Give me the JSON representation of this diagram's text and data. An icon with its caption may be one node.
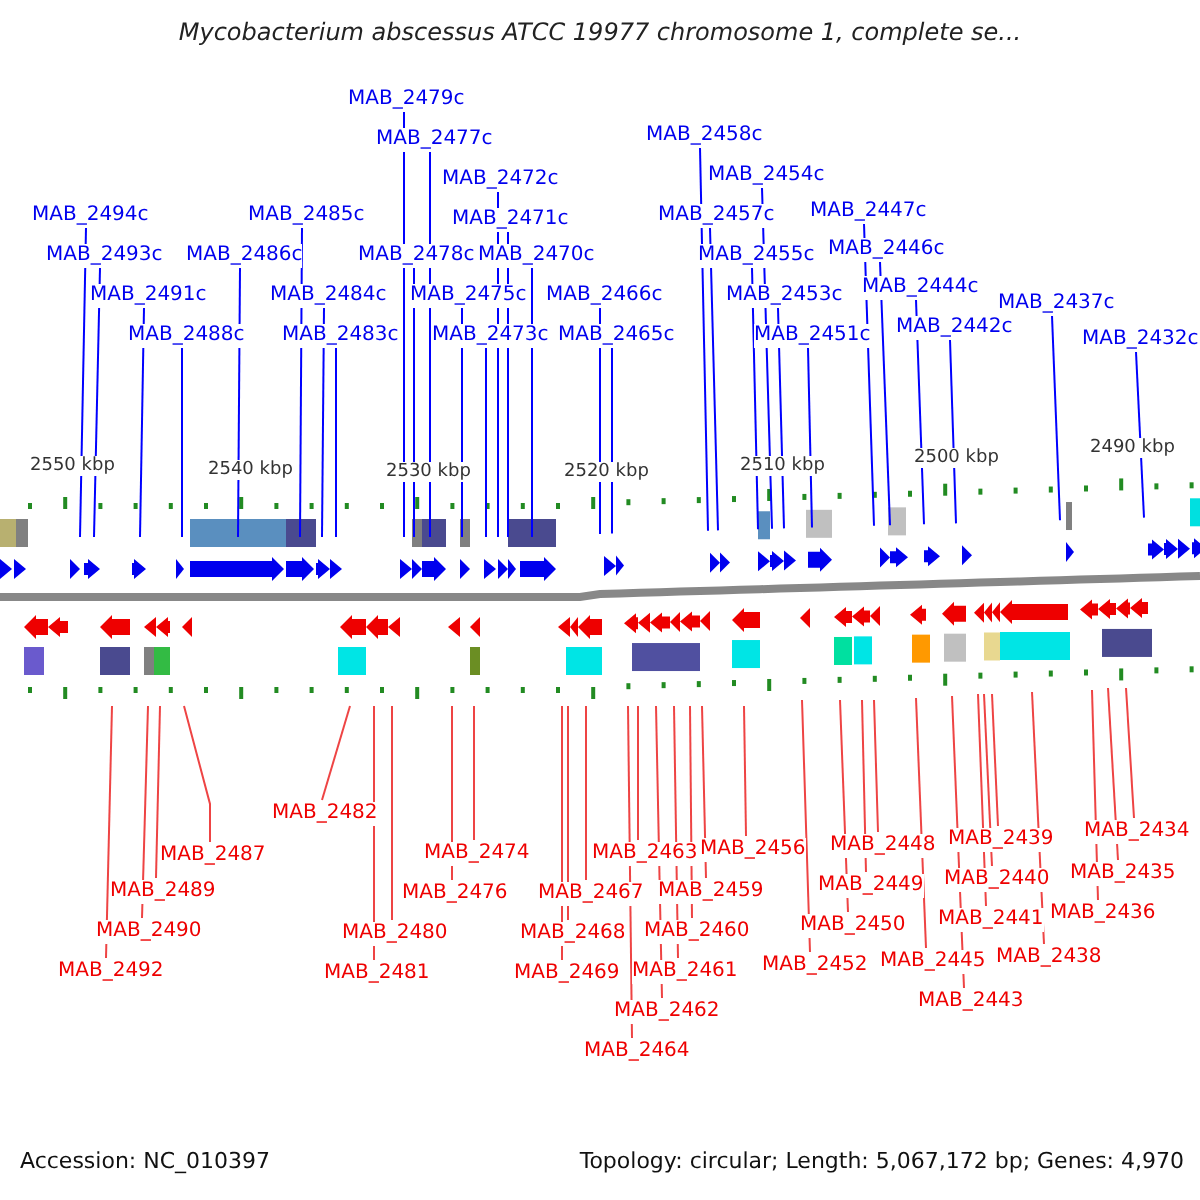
{
  "diagram": {
    "title": "Mycobacterium abscessus ATCC 19977 chromosome 1, complete se...",
    "nodes": [
      {
        "text": [
          "MAB_2494c"
        ]
      },
      {
        "text": [
          "MAB_2493c"
        ]
      },
      {
        "text": [
          "MAB_2491c"
        ]
      },
      {
        "text": [
          "MAB_2488c"
        ]
      },
      {
        "text": [
          "MAB_2486c"
        ]
      },
      {
        "text": [
          "MAB_2485c"
        ]
      },
      {
        "text": [
          "MAB_2484c"
        ]
      },
      {
        "text": [
          "MAB_2483c"
        ]
      },
      {
        "text": [
          "MAB_2479c"
        ]
      },
      {
        "text": [
          "MAB_2478c"
        ]
      },
      {
        "text": [
          "MAB_2477c"
        ]
      },
      {
        "text": [
          "MAB_2475c"
        ]
      },
      {
        "text": [
          "MAB_2473c"
        ]
      },
      {
        "text": [
          "MAB_2472c"
        ]
      },
      {
        "text": [
          "MAB_2471c"
        ]
      },
      {
        "text": [
          "MAB_2470c"
        ]
      },
      {
        "text": [
          "MAB_2466c"
        ]
      },
      {
        "text": [
          "MAB_2465c"
        ]
      },
      {
        "text": [
          "MAB_2458c"
        ]
      },
      {
        "text": [
          "MAB_2457c"
        ]
      },
      {
        "text": [
          "MAB_2455c"
        ]
      },
      {
        "text": [
          "MAB_2454c"
        ]
      },
      {
        "text": [
          "MAB_2453c"
        ]
      },
      {
        "text": [
          "MAB_2451c"
        ]
      },
      {
        "text": [
          "MAB_2447c"
        ]
      },
      {
        "text": [
          "MAB_2446c"
        ]
      },
      {
        "text": [
          "MAB_2444c"
        ]
      },
      {
        "text": [
          "MAB_2442c"
        ]
      },
      {
        "text": [
          "MAB_2437c"
        ]
      },
      {
        "text": [
          "MAB_2432c"
        ]
      },
      {
        "text": [
          "MAB_2487"
        ]
      },
      {
        "text": [
          "MAB_2489"
        ]
      },
      {
        "text": [
          "MAB_2490"
        ]
      },
      {
        "text": [
          "MAB_2492"
        ]
      },
      {
        "text": [
          "MAB_2482"
        ]
      },
      {
        "text": [
          "MAB_2480"
        ]
      },
      {
        "text": [
          "MAB_2481"
        ]
      },
      {
        "text": [
          "MAB_2474"
        ]
      },
      {
        "text": [
          "MAB_2476"
        ]
      },
      {
        "text": [
          "MAB_2467"
        ]
      },
      {
        "text": [
          "MAB_2468"
        ]
      },
      {
        "text": [
          "MAB_2469"
        ]
      },
      {
        "text": [
          "MAB_2463"
        ]
      },
      {
        "text": [
          "MAB_2459"
        ]
      },
      {
        "text": [
          "MAB_2460"
        ]
      },
      {
        "text": [
          "MAB_2461"
        ]
      },
      {
        "text": [
          "MAB_2462"
        ]
      },
      {
        "text": [
          "MAB_2464"
        ]
      },
      {
        "text": [
          "MAB_2456"
        ]
      },
      {
        "text": [
          "MAB_2448"
        ]
      },
      {
        "text": [
          "MAB_2449"
        ]
      },
      {
        "text": [
          "MAB_2450"
        ]
      },
      {
        "text": [
          "MAB_2452"
        ]
      },
      {
        "text": [
          "MAB_2445"
        ]
      },
      {
        "text": [
          "MAB_2443"
        ]
      },
      {
        "text": [
          "MAB_2439"
        ]
      },
      {
        "text": [
          "MAB_2440"
        ]
      },
      {
        "text": [
          "MAB_2441"
        ]
      },
      {
        "text": [
          "MAB_2438"
        ]
      },
      {
        "text": [
          "MAB_2434"
        ]
      },
      {
        "text": [
          "MAB_2435"
        ]
      },
      {
        "text": [
          "MAB_2436"
        ]
      }
    ],
    "edges": [
      {
        "from": 0,
        "to": null,
        "arrow": "none",
        "color": "#0000ff"
      },
      {
        "from": 1,
        "to": null,
        "arrow": "none",
        "color": "#0000ff"
      },
      {
        "from": 2,
        "to": null,
        "arrow": "none",
        "color": "#0000ff"
      },
      {
        "from": 3,
        "to": null,
        "arrow": "none",
        "color": "#0000ff"
      },
      {
        "from": 4,
        "to": null,
        "arrow": "none",
        "color": "#0000ff"
      },
      {
        "from": 5,
        "to": null,
        "arrow": "none",
        "color": "#0000ff"
      },
      {
        "from": 6,
        "to": null,
        "arrow": "none",
        "color": "#0000ff"
      },
      {
        "from": 7,
        "to": null,
        "arrow": "none",
        "color": "#0000ff"
      },
      {
        "from": 8,
        "to": null,
        "arrow": "none",
        "color": "#0000ff"
      },
      {
        "from": 9,
        "to": null,
        "arrow": "none",
        "color": "#0000ff"
      },
      {
        "from": 10,
        "to": null,
        "arrow": "none",
        "color": "#0000ff"
      },
      {
        "from": 11,
        "to": null,
        "arrow": "none",
        "color": "#0000ff"
      },
      {
        "from": 12,
        "to": null,
        "arrow": "none",
        "color": "#0000ff"
      },
      {
        "from": 13,
        "to": null,
        "arrow": "none",
        "color": "#0000ff"
      },
      {
        "from": 14,
        "to": null,
        "arrow": "none",
        "color": "#0000ff"
      },
      {
        "from": 15,
        "to": null,
        "arrow": "none",
        "color": "#0000ff"
      },
      {
        "from": 16,
        "to": null,
        "arrow": "none",
        "color": "#0000ff"
      },
      {
        "from": 17,
        "to": null,
        "arrow": "none",
        "color": "#0000ff"
      },
      {
        "from": 18,
        "to": null,
        "arrow": "none",
        "color": "#0000ff"
      },
      {
        "from": 19,
        "to": null,
        "arrow": "none",
        "color": "#0000ff"
      },
      {
        "from": 20,
        "to": null,
        "arrow": "none",
        "color": "#0000ff"
      },
      {
        "from": 21,
        "to": null,
        "arrow": "none",
        "color": "#0000ff"
      },
      {
        "from": 22,
        "to": null,
        "arrow": "none",
        "color": "#0000ff"
      },
      {
        "from": 23,
        "to": null,
        "arrow": "none",
        "color": "#0000ff"
      },
      {
        "from": 24,
        "to": null,
        "arrow": "none",
        "color": "#0000ff"
      },
      {
        "from": 25,
        "to": null,
        "arrow": "none",
        "color": "#0000ff"
      },
      {
        "from": 26,
        "to": null,
        "arrow": "none",
        "color": "#0000ff"
      },
      {
        "from": 27,
        "to": null,
        "arrow": "none",
        "color": "#0000ff"
      },
      {
        "from": 28,
        "to": null,
        "arrow": "none",
        "color": "#0000ff"
      },
      {
        "from": 29,
        "to": null,
        "arrow": "none",
        "color": "#0000ff"
      },
      {
        "from": 30,
        "to": null,
        "arrow": "none"
      },
      {
        "from": 31,
        "to": null,
        "arrow": "none"
      },
      {
        "from": 32,
        "to": null,
        "arrow": "none"
      },
      {
        "from": 33,
        "to": null,
        "arrow": "none"
      },
      {
        "from": 34,
        "to": null,
        "arrow": "none"
      },
      {
        "from": 35,
        "to": null,
        "arrow": "none"
      },
      {
        "from": 36,
        "to": null,
        "arrow": "none"
      },
      {
        "from": 37,
        "to": null,
        "arrow": "none"
      },
      {
        "from": 38,
        "to": null,
        "arrow": "none"
      },
      {
        "from": 39,
        "to": null,
        "arrow": "none"
      },
      {
        "from": 40,
        "to": null,
        "arrow": "none"
      },
      {
        "from": 41,
        "to": null,
        "arrow": "none"
      },
      {
        "from": 42,
        "to": null,
        "arrow": "none"
      },
      {
        "from": 43,
        "to": null,
        "arrow": "none"
      },
      {
        "from": 44,
        "to": null,
        "arrow": "none"
      },
      {
        "from": 45,
        "to": null,
        "arrow": "none"
      },
      {
        "from": 46,
        "to": null,
        "arrow": "none"
      },
      {
        "from": 47,
        "to": null,
        "arrow": "none"
      },
      {
        "from": 48,
        "to": null,
        "arrow": "none"
      },
      {
        "from": 49,
        "to": null,
        "arrow": "none"
      },
      {
        "from": 50,
        "to": null,
        "arrow": "none"
      },
      {
        "from": 51,
        "to": null,
        "arrow": "none"
      },
      {
        "from": 52,
        "to": null,
        "arrow": "none"
      },
      {
        "from": 53,
        "to": null,
        "arrow": "none"
      },
      {
        "from": 54,
        "to": null,
        "arrow": "none"
      },
      {
        "from": 55,
        "to": null,
        "arrow": "none"
      },
      {
        "from": 56,
        "to": null,
        "arrow": "none"
      },
      {
        "from": 57,
        "to": null,
        "arrow": "none"
      },
      {
        "from": 58,
        "to": null,
        "arrow": "none"
      },
      {
        "from": 59,
        "to": null,
        "arrow": "none"
      },
      {
        "from": 60,
        "to": null,
        "arrow": "none"
      },
      {
        "from": 61,
        "to": null,
        "arrow": "none"
      }
    ],
    "labels": [
      "2550 kbp",
      "2540 kbp",
      "2530 kbp",
      "2520 kbp",
      "2510 kbp",
      "2500 kbp",
      "2490 kbp",
      "Accession: NC_010397",
      "Topology: circular; Length: 5,067,172 bp; Genes: 4,970"
    ]
  }
}
